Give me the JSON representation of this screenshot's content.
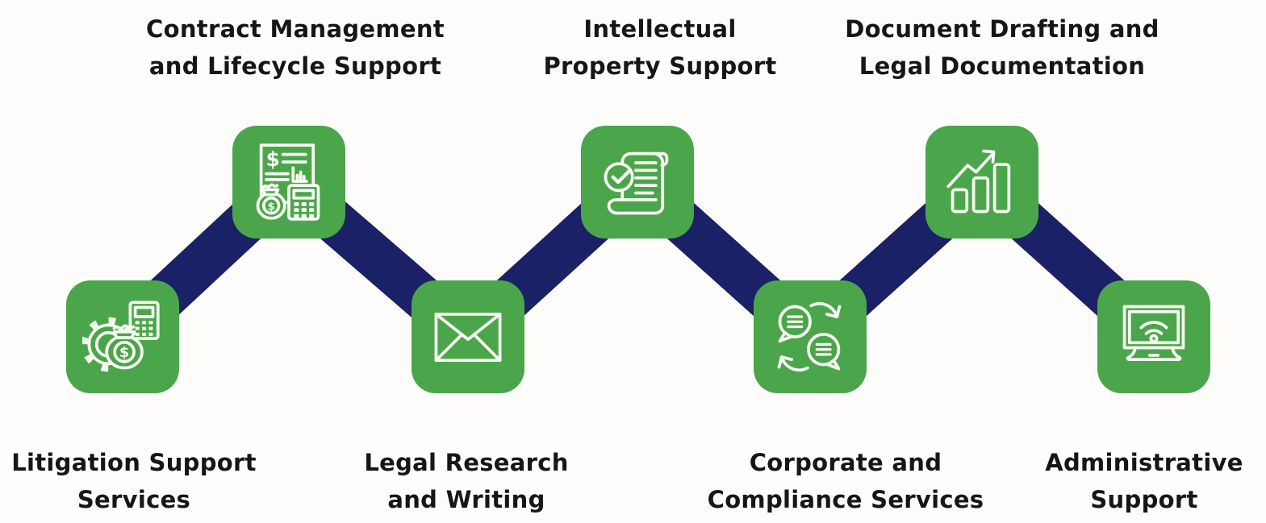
{
  "colors": {
    "tile_green": "#4BA64B",
    "connector_navy": "#1B2166",
    "icon_stroke": "#F6FAF1",
    "label_text": "#161616",
    "background": "#FEFDFB"
  },
  "glyphs": {
    "dollar": "$"
  },
  "diagram": {
    "type": "zigzag-process-infographic",
    "steps": [
      {
        "id": "litigation-support-services",
        "label_line1": "Litigation Support",
        "label_line2": "Services",
        "icon": "gear-moneybag-calculator-icon",
        "row": "bottom"
      },
      {
        "id": "contract-management-lifecycle",
        "label_line1": "Contract Management",
        "label_line2": "and Lifecycle Support",
        "icon": "invoice-moneybag-calculator-icon",
        "row": "top"
      },
      {
        "id": "legal-research-writing",
        "label_line1": "Legal Research",
        "label_line2": "and Writing",
        "icon": "envelope-icon",
        "row": "bottom"
      },
      {
        "id": "intellectual-property-support",
        "label_line1": "Intellectual",
        "label_line2": "Property Support",
        "icon": "scroll-checkmark-icon",
        "row": "top"
      },
      {
        "id": "corporate-compliance-services",
        "label_line1": "Corporate and",
        "label_line2": "Compliance Services",
        "icon": "chat-exchange-icon",
        "row": "bottom"
      },
      {
        "id": "document-drafting-legal-documentation",
        "label_line1": "Document Drafting and",
        "label_line2": "Legal Documentation",
        "icon": "growth-bars-arrow-icon",
        "row": "top"
      },
      {
        "id": "administrative-support",
        "label_line1": "Administrative",
        "label_line2": "Support",
        "icon": "monitor-wifi-icon",
        "row": "bottom"
      }
    ]
  }
}
